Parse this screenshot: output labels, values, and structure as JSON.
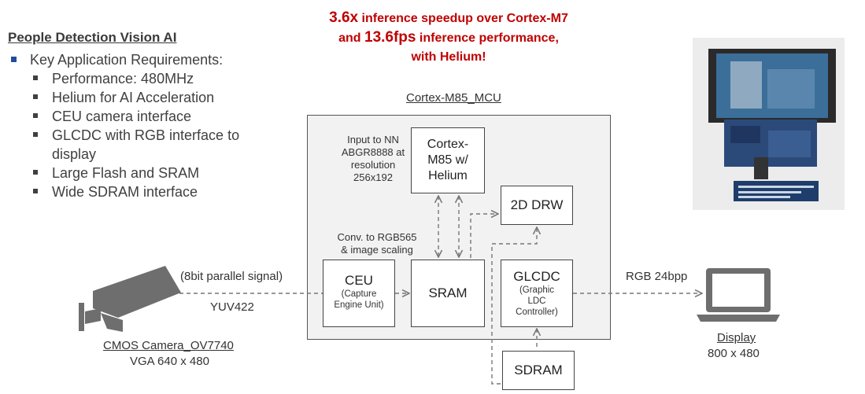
{
  "headline": {
    "line1_value": "3.6x",
    "line1_rest": " inference speedup over Cortex-M7",
    "line2_prefix": "and ",
    "line2_value": "13.6fps",
    "line2_rest": " inference performance,",
    "line3": "with Helium!"
  },
  "left": {
    "title": "People Detection Vision AI",
    "bullet": "Key Application Requirements:",
    "items": [
      "Performance: 480MHz",
      "Helium for AI Acceleration",
      "CEU camera interface",
      "GLCDC with RGB interface to display",
      "Large Flash and SRAM",
      "Wide SDRAM interface"
    ]
  },
  "diagram": {
    "mcu_label": "Cortex-M85_MCU",
    "input_note": [
      "Input to NN",
      "ABGR8888 at",
      "resolution",
      "256x192"
    ],
    "conv_note": [
      "Conv. to RGB565",
      "& image scaling"
    ],
    "cpu": [
      "Cortex-",
      "M85 w/",
      "Helium"
    ],
    "drw": "2D DRW",
    "ceu": {
      "name": "CEU",
      "sub": [
        "(Capture",
        "Engine Unit)"
      ]
    },
    "sram": "SRAM",
    "glcdc": {
      "name": "GLCDC",
      "sub": [
        "(Graphic",
        "LDC",
        "Controller)"
      ]
    },
    "sdram": "SDRAM",
    "signal": "(8bit parallel signal)",
    "yuv": "YUV422",
    "rgb": "RGB 24bpp",
    "camera_title": "CMOS Camera_OV7740",
    "camera_res": "VGA 640 x 480",
    "display_title": "Display",
    "display_res": "800 x 480"
  },
  "colors": {
    "accent": "#c00000",
    "bullet": "#1f4e9a",
    "mcu_bg": "#f2f2f2",
    "device": "#6e6e6e"
  }
}
